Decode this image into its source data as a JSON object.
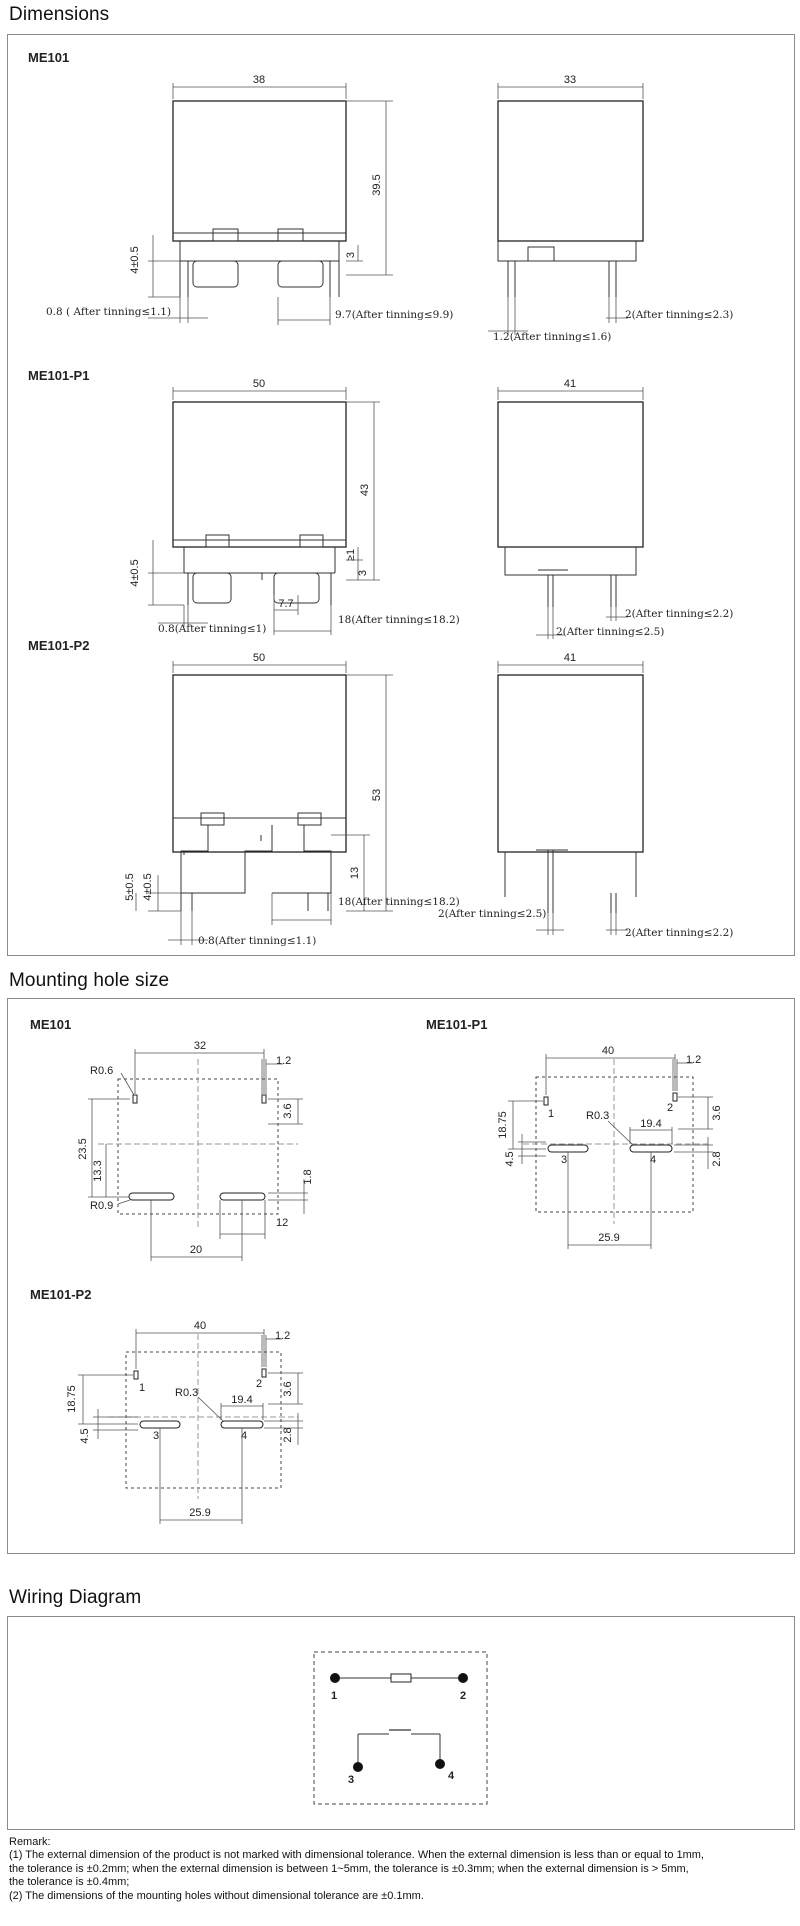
{
  "headings": {
    "dimensions": "Dimensions",
    "mounting": "Mounting hole size",
    "wiring": "Wiring Diagram"
  },
  "dimensions": {
    "me101": {
      "label": "ME101",
      "front_width": "38",
      "side_width": "33",
      "height": "39.5",
      "pin_height": "4±0.5",
      "standoff": "3",
      "pin_w_left": "0.8 ( After tinning≤1.1)",
      "pin_w_right": "9.7(After tinning≤9.9)",
      "side_pin_right": "2(After tinning≤2.3)",
      "side_pin_left": "1.2(After tinning≤1.6)"
    },
    "p1": {
      "label": "ME101-P1",
      "front_width": "50",
      "side_width": "41",
      "height": "43",
      "pin_height": "4±0.5",
      "standoff_a": "≥1",
      "standoff_b": "3",
      "pin_gap": "7.7",
      "pin_w_left": "0.8(After tinning≤1)",
      "pin_w_right": "18(After tinning≤18.2)",
      "side_pin_right": "2(After tinning≤2.2)",
      "side_pin_left": "2(After tinning≤2.5)"
    },
    "p2": {
      "label": "ME101-P2",
      "front_width": "50",
      "side_width": "41",
      "height": "53",
      "h_a": "5±0.5",
      "h_b": "4±0.5",
      "h_c": "13",
      "pin_w_left": "0.8(After tinning≤1.1)",
      "pin_w_right": "18(After tinning≤18.2)",
      "side_pin_left": "2(After tinning≤2.5)",
      "side_pin_right": "2(After tinning≤2.2)"
    }
  },
  "mounting": {
    "me101": {
      "label": "ME101",
      "w_top": "32",
      "w_pin": "1.2",
      "r_top": "R0.6",
      "r_bot": "R0.9",
      "h_total": "23.5",
      "h_mid": "13.3",
      "h_pin": "3.6",
      "h_slot": "1.8",
      "w_slot": "12",
      "w_bot": "20"
    },
    "p1": {
      "label": "ME101-P1",
      "w_top": "40",
      "w_pin": "1.2",
      "r": "R0.3",
      "w_mid": "19.4",
      "h_total": "18.75",
      "h_slot": "4.5",
      "h_pin": "3.6",
      "h_slot2": "2.8",
      "w_bot": "25.9",
      "pins": [
        "1",
        "2",
        "3",
        "4"
      ]
    },
    "p2": {
      "label": "ME101-P2",
      "w_top": "40",
      "w_pin": "1.2",
      "r": "R0.3",
      "w_mid": "19.4",
      "h_total": "18.75",
      "h_slot": "4.5",
      "h_pin": "3.6",
      "h_slot2": "2.8",
      "w_bot": "25.9",
      "pins": [
        "1",
        "2",
        "3",
        "4"
      ]
    }
  },
  "wiring": {
    "pins": [
      "1",
      "2",
      "3",
      "4"
    ]
  },
  "remark": {
    "title": "Remark:",
    "line1": "(1) The external dimension of the product is not marked with dimensional tolerance. When the external dimension is less than or equal to 1mm,",
    "line2": "the tolerance is ±0.2mm; when the external dimension is between 1~5mm, the tolerance is ±0.3mm; when the external dimension is > 5mm,",
    "line3": "the tolerance is ±0.4mm;",
    "line4": "(2) The dimensions of the mounting holes without dimensional tolerance are ±0.1mm."
  }
}
